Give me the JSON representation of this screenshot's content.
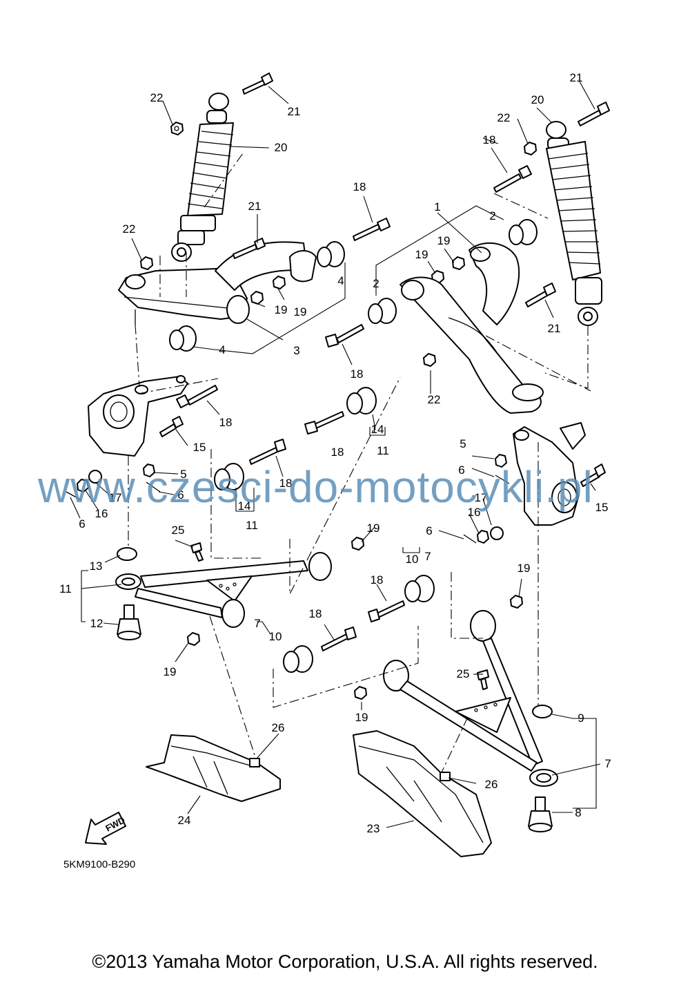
{
  "diagram_code": "5KM9100-B290",
  "fwd_label": "FWD",
  "watermark": "www.czesci-do-motocykli.pl",
  "copyright": "©2013 Yamaha Motor Corporation, U.S.A. All rights reserved.",
  "callouts": [
    "1",
    "2",
    "2",
    "3",
    "4",
    "4",
    "5",
    "5",
    "6",
    "6",
    "6",
    "6",
    "7",
    "7",
    "7",
    "8",
    "9",
    "10",
    "10",
    "11",
    "11",
    "11",
    "12",
    "13",
    "14",
    "14",
    "15",
    "15",
    "16",
    "16",
    "17",
    "17",
    "18",
    "18",
    "18",
    "18",
    "18",
    "18",
    "18",
    "18",
    "19",
    "19",
    "19",
    "19",
    "19",
    "19",
    "19",
    "19",
    "20",
    "20",
    "21",
    "21",
    "21",
    "21",
    "22",
    "22",
    "22",
    "22",
    "23",
    "24",
    "25",
    "25",
    "26",
    "26"
  ]
}
